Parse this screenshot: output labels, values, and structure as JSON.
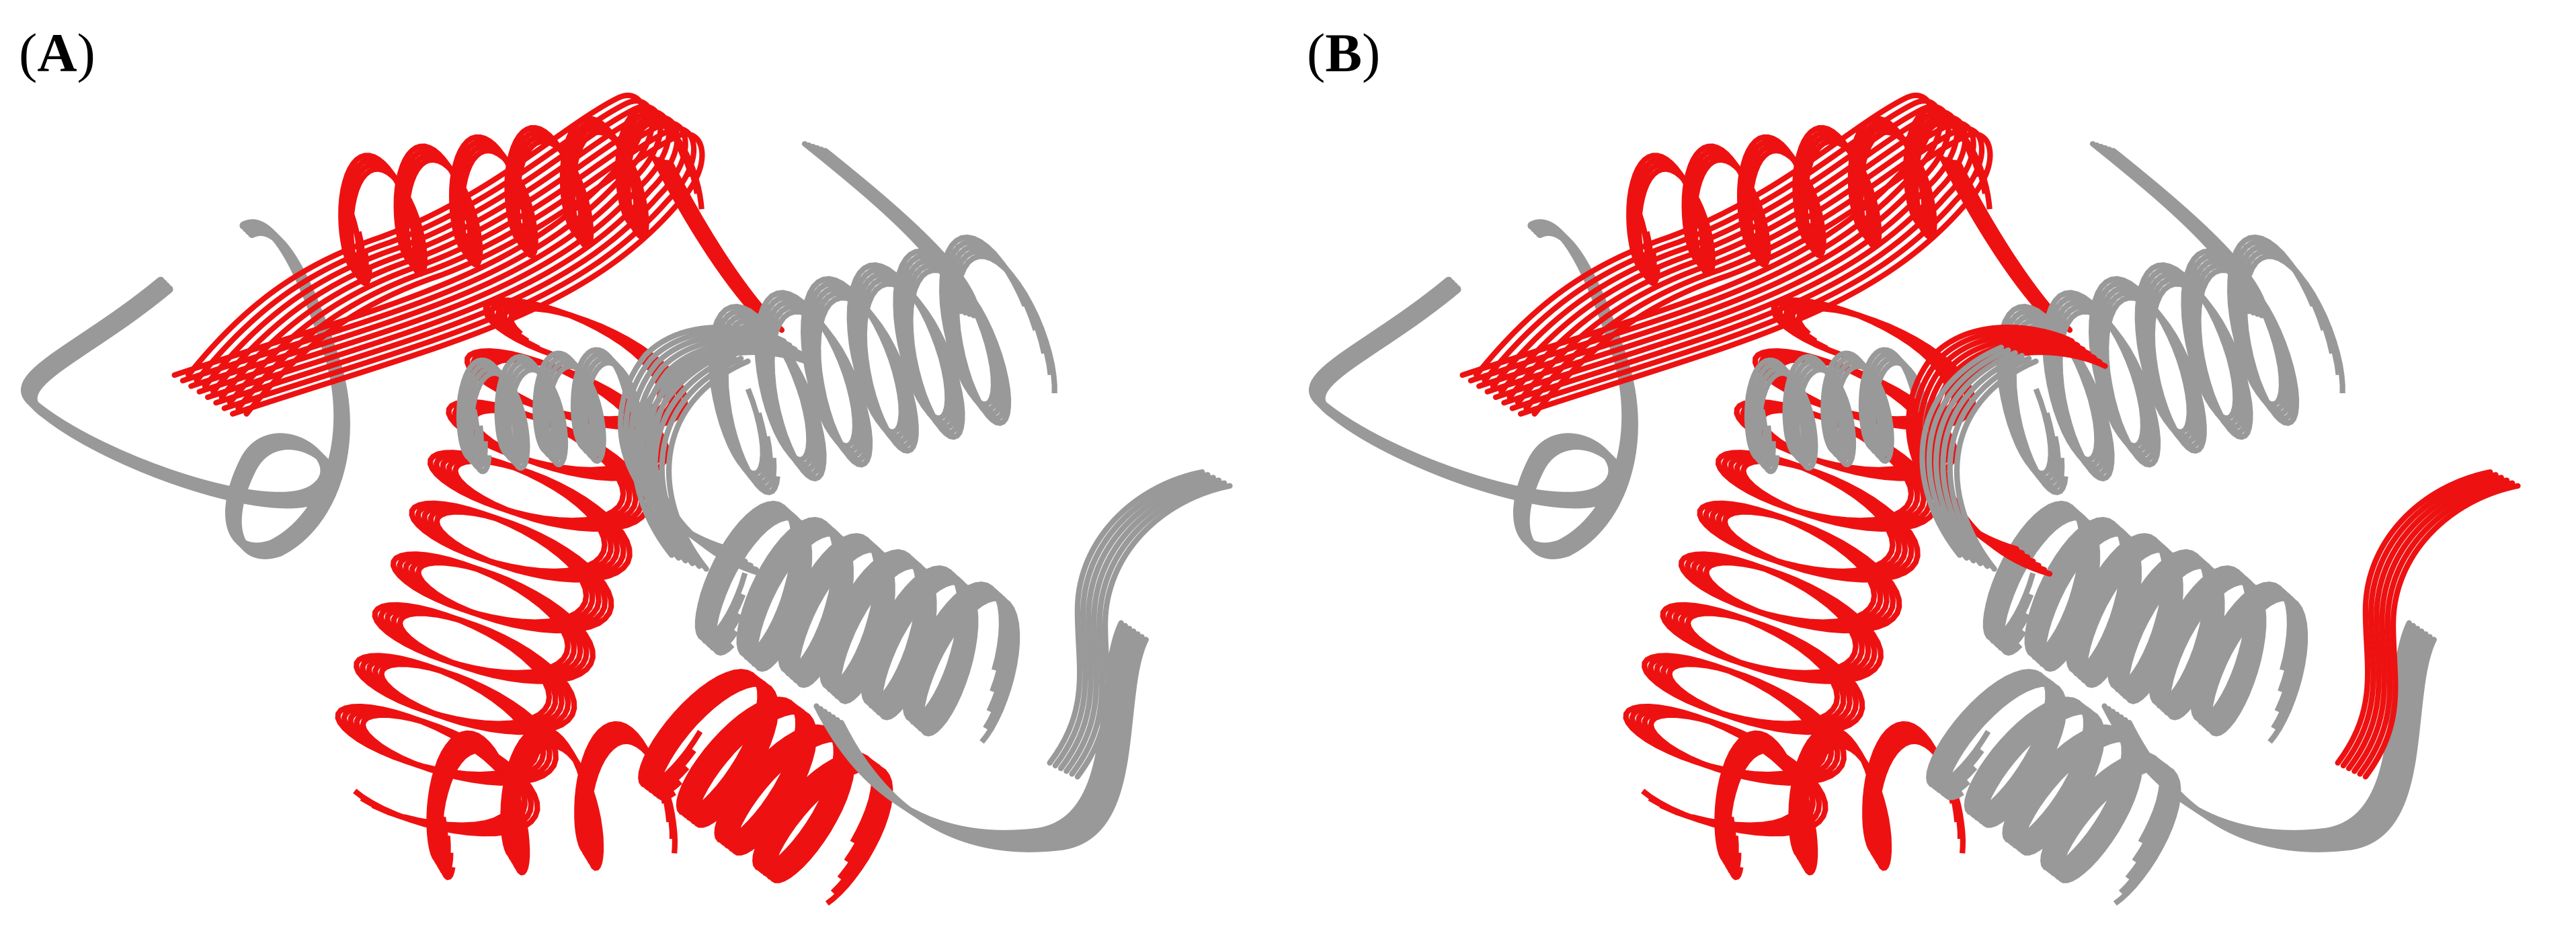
{
  "panels": [
    {
      "id": "A",
      "label_open": "(",
      "label_letter": "A",
      "label_close": ")"
    },
    {
      "id": "B",
      "label_open": "(",
      "label_letter": "B",
      "label_close": ")"
    }
  ],
  "colors": {
    "highlight": "#ee1111",
    "backbone": "#999999",
    "background": "#ffffff"
  }
}
